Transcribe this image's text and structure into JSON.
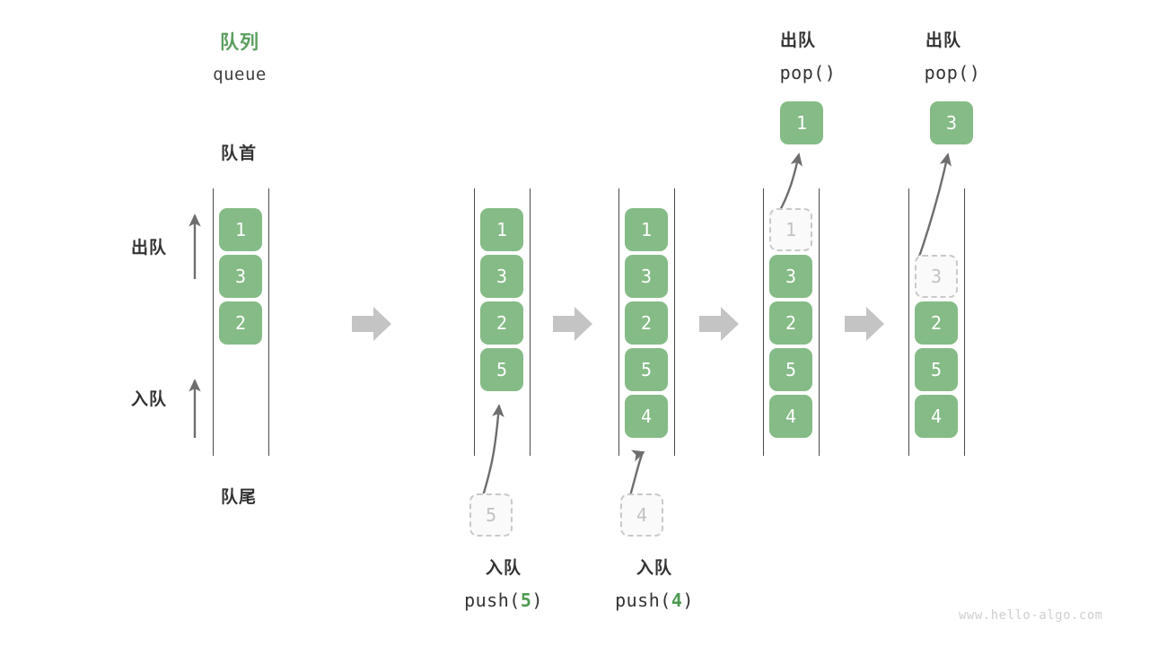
{
  "diagram": {
    "watermark": "www.hello-algo.com",
    "accent_green": "#85bb86",
    "title_green": "#5a9e5e",
    "rail_color": "#4a4a4a",
    "ghost_fill": "#fafafa",
    "ghost_border": "#c9c9c9",
    "separator_color": "#c4c4c4"
  },
  "header": {
    "queue_title_cn": "队列",
    "queue_title_code": "queue",
    "front_label": "队首",
    "rear_label": "队尾"
  },
  "side_labels": {
    "dequeue": "出队",
    "enqueue": "入队"
  },
  "steps": [
    {
      "id": "initial",
      "cells": [
        "1",
        "3",
        "2"
      ],
      "ghost_index": -1,
      "op_cn": "",
      "op_code": "",
      "op_arg": ""
    },
    {
      "id": "push-5",
      "cells": [
        "1",
        "3",
        "2",
        "5"
      ],
      "ghost_index": -1,
      "op_cn": "入队",
      "op_code_prefix": "push(",
      "op_arg": "5",
      "op_code_suffix": ")",
      "incoming_value": "5"
    },
    {
      "id": "push-4",
      "cells": [
        "1",
        "3",
        "2",
        "5",
        "4"
      ],
      "ghost_index": -1,
      "op_cn": "入队",
      "op_code_prefix": "push(",
      "op_arg": "4",
      "op_code_suffix": ")",
      "incoming_value": "4"
    },
    {
      "id": "pop-1",
      "cells": [
        "1",
        "3",
        "2",
        "5",
        "4"
      ],
      "ghost_index": 0,
      "op_cn": "出队",
      "op_code_prefix": "pop(",
      "op_arg": "",
      "op_code_suffix": ")",
      "popped_value": "1"
    },
    {
      "id": "pop-3",
      "cells": [
        "3",
        "2",
        "5",
        "4"
      ],
      "ghost_index": 0,
      "op_cn": "出队",
      "op_code_prefix": "pop(",
      "op_arg": "",
      "op_code_suffix": ")",
      "popped_value": "3"
    }
  ],
  "cells": {
    "c1_0": "1",
    "c1_1": "3",
    "c1_2": "2",
    "c2_0": "1",
    "c2_1": "3",
    "c2_2": "2",
    "c2_3": "5",
    "c3_0": "1",
    "c3_1": "3",
    "c3_2": "2",
    "c3_3": "5",
    "c3_4": "4",
    "c4_0": "1",
    "c4_1": "3",
    "c4_2": "2",
    "c4_3": "5",
    "c4_4": "4",
    "c5_0": "3",
    "c5_1": "2",
    "c5_2": "5",
    "c5_3": "4",
    "ghost_push5": "5",
    "ghost_push4": "4",
    "pop_result_1": "1",
    "pop_result_3": "3"
  },
  "op_labels": {
    "pop4_cn": "出队",
    "pop4_code": "pop()",
    "pop5_cn": "出队",
    "pop5_code": "pop()",
    "push5_cn": "入队",
    "push4_cn": "入队"
  }
}
